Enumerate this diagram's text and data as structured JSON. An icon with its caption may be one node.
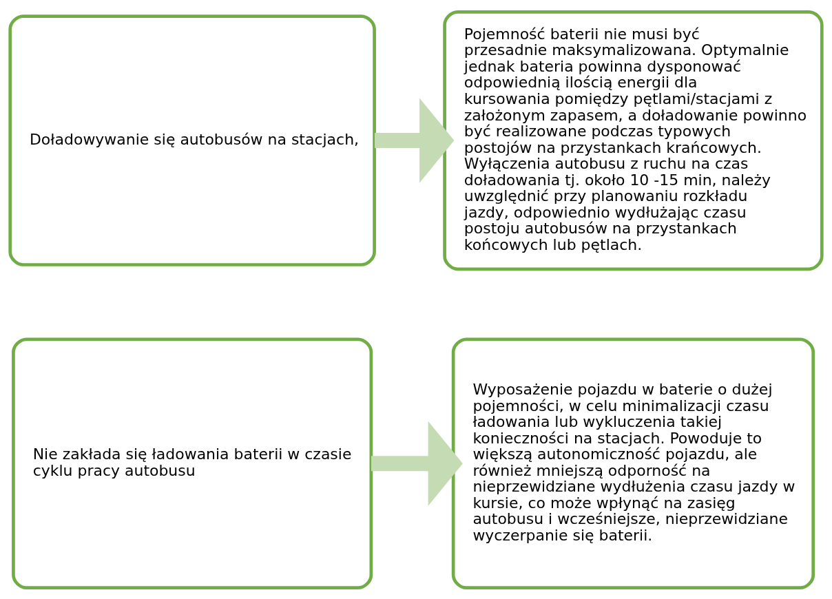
{
  "diagram": {
    "nodes": [
      {
        "text": [
          "Nie zakłada się ładowania baterii w czasie cyklu pracy autobusu"
        ]
      },
      {
        "text": [
          "Wyposażenie pojazdu w baterie o dużej pojemności, w celu minimalizacji czasu ładowania lub wykluczenia takiej konieczności na stacjach. Powoduje to większą autonomiczność pojazdu, ale również mniejszą odporność na nieprzewidziane wydłużenia czasu jazdy w kursie, co może wpłynąć na zasięg autobusu i wcześniejsze, nieprzewidziane wyczerpanie się baterii."
        ]
      },
      {
        "text": [
          "Doładowywanie się autobusów na stacjach,"
        ]
      },
      {
        "text": [
          "Pojemność baterii nie musi być przesadnie maksymalizowana. Optymalnie jednak bateria powinna dysponować odpowiednią ilością energii dla kursowania pomiędzy pętlami/stacjami z założonym zapasem, a doładowanie powinno być realizowane podczas typowych postojów na przystankach krańcowych. Wyłączenia autobusu z ruchu na czas doładowania tj. około 10 -15 min, należy uwzględnić przy planowaniu rozkładu jazdy, odpowiednio wydłużając czasu postoju autobusów na przystankach końcowych lub pętlach."
        ]
      }
    ],
    "edges": [
      {
        "from": 0,
        "to": 1,
        "arrow": "to"
      },
      {
        "from": 2,
        "to": 3,
        "arrow": "to"
      }
    ]
  }
}
